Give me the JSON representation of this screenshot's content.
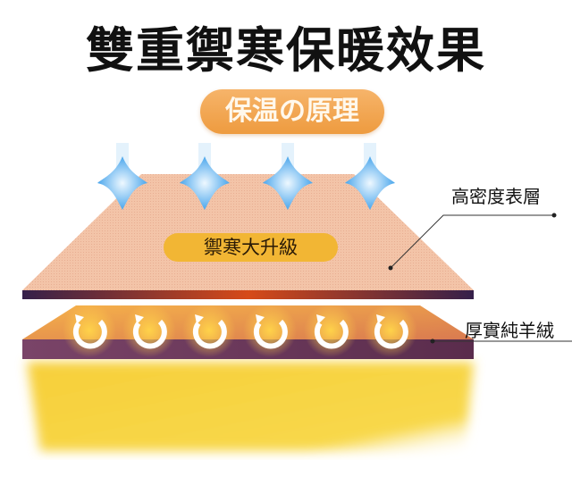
{
  "title": "雙重禦寒保暖效果",
  "badge": "保温の原理",
  "top_layer_badge": "禦寒大升級",
  "labels": {
    "top_layer": "高密度表層",
    "bottom_layer": "厚實純羊絨"
  },
  "colors": {
    "badge": "#f0a14a",
    "pill": "#f2b634",
    "top_layer": "#f3c3a6",
    "band": "#3a2350",
    "glow": "#f5cf3a"
  }
}
